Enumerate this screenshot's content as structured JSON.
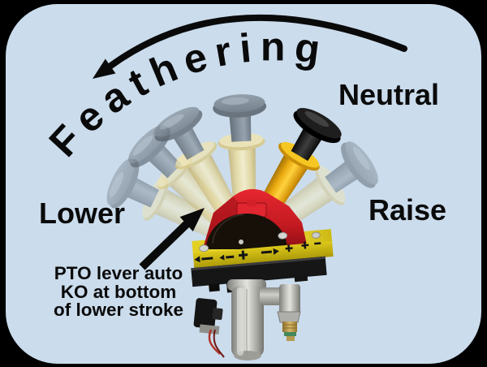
{
  "scene": {
    "feathering_arc_label": "Feathering",
    "labels": {
      "neutral": "Neutral",
      "lower": "Lower",
      "raise": "Raise"
    },
    "annotation": {
      "line1": "PTO lever auto",
      "line2": "KO at bottom",
      "line3": "of lower stroke"
    },
    "lever_positions": [
      {
        "position": "Lower end of stroke",
        "style": "ghost",
        "angle_deg": -64
      },
      {
        "position": "Feathering range",
        "style": "ghost",
        "angle_deg": -45
      },
      {
        "position": "Feathering range",
        "style": "ghost",
        "angle_deg": -30
      },
      {
        "position": "Feathering range",
        "style": "ghost",
        "angle_deg": -3
      },
      {
        "position": "Neutral (current lever)",
        "style": "solid",
        "angle_deg": 31
      },
      {
        "position": "Raise end of stroke",
        "style": "ghost",
        "angle_deg": 55
      }
    ],
    "colors": {
      "frame": "#000000",
      "panel_background": "#cbdcec",
      "text": "#0a0a0a",
      "ghost_shaft": "#eadb9a",
      "ghost_handle": "#7b8893",
      "solid_shaft_yellow": "#f0b51c",
      "solid_handle_black": "#1d1d1d",
      "mechanism_red": "#d2202a",
      "plate_yellow": "#ddc81d",
      "valve_metal": "#b5b5b0"
    }
  }
}
